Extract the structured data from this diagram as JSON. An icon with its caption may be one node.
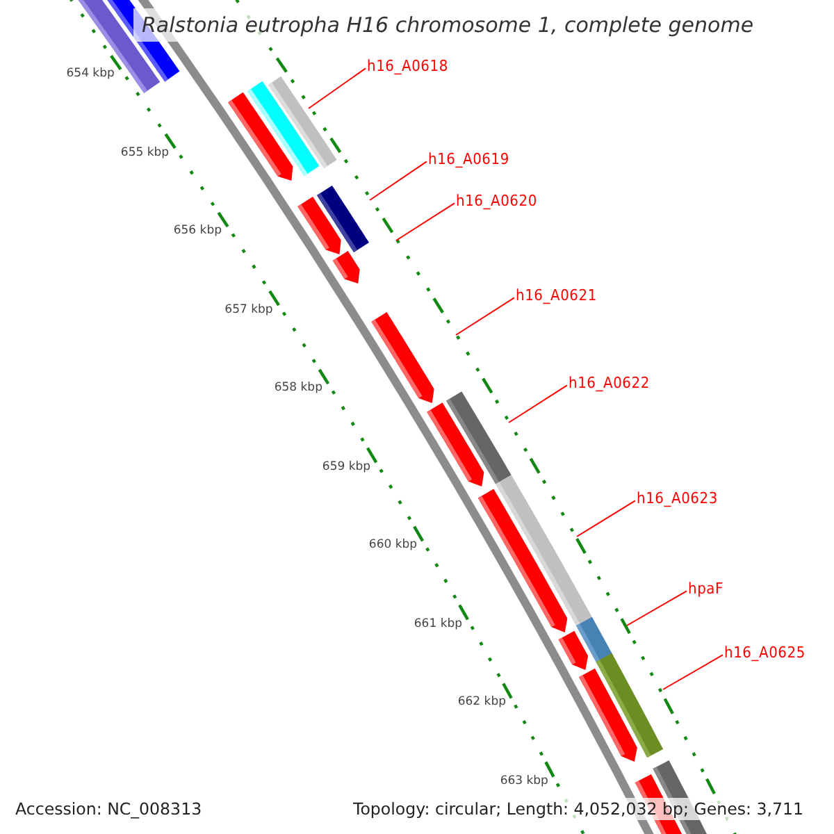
{
  "diagram": {
    "title": "Ralstonia eutropha H16 chromosome 1, complete genome",
    "nodes": [
      {
        "text": [
          "h16_A0618"
        ]
      },
      {
        "text": [
          "h16_A0619"
        ]
      },
      {
        "text": [
          "h16_A0620"
        ]
      },
      {
        "text": [
          "h16_A0621"
        ]
      },
      {
        "text": [
          "h16_A0622"
        ]
      },
      {
        "text": [
          "h16_A0623"
        ]
      },
      {
        "text": [
          "hpaF"
        ]
      },
      {
        "text": [
          "h16_A0625"
        ]
      }
    ],
    "edges": [
      {
        "from": 0,
        "to": null,
        "arrow": "none"
      },
      {
        "from": 1,
        "to": null,
        "arrow": "none"
      },
      {
        "from": 2,
        "to": null,
        "arrow": "none"
      },
      {
        "from": 3,
        "to": null,
        "arrow": "none"
      },
      {
        "from": 4,
        "to": null,
        "arrow": "none"
      },
      {
        "from": 5,
        "to": null,
        "arrow": "none"
      },
      {
        "from": 6,
        "to": null,
        "arrow": "none"
      },
      {
        "from": 7,
        "to": null,
        "arrow": "none"
      }
    ],
    "labels": [
      "654 kbp",
      "655 kbp",
      "656 kbp",
      "657 kbp",
      "658 kbp",
      "659 kbp",
      "660 kbp",
      "661 kbp",
      "662 kbp",
      "663 kbp",
      "Accession: NC_008313",
      "Topology: circular; Length: 4,052,032 bp; Genes: 3,711"
    ]
  }
}
